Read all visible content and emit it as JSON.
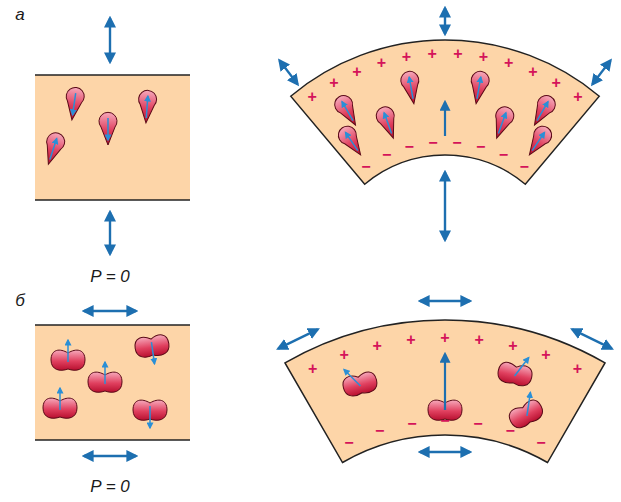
{
  "diagram": {
    "labels": [
      "а",
      "P = 0",
      "б",
      "P = 0",
      "+",
      "+",
      "+",
      "+",
      "+",
      "+",
      "+",
      "+",
      "+",
      "+",
      "+",
      "+",
      "−",
      "−",
      "−",
      "−",
      "−",
      "−",
      "−",
      "−",
      "+",
      "+",
      "+",
      "+",
      "+",
      "+",
      "+",
      "+",
      "+",
      "−",
      "−",
      "−",
      "−",
      "−",
      "−",
      "−"
    ]
  }
}
